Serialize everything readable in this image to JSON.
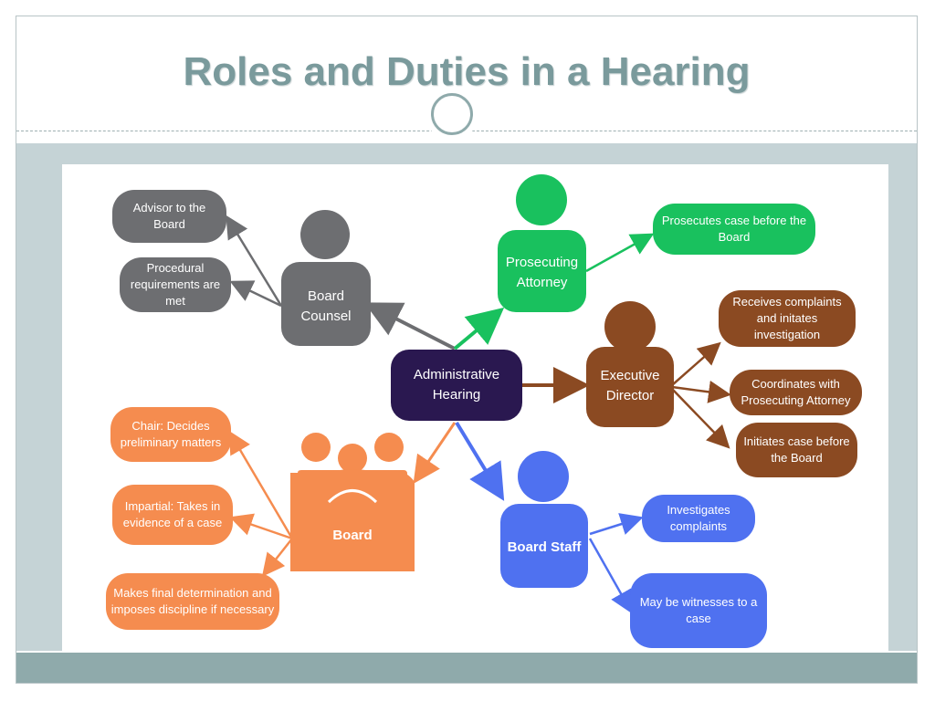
{
  "slide": {
    "title": "Roles and Duties in a Hearing"
  },
  "diagram": {
    "center": {
      "label": "Administrative\nHearing",
      "color": "#2a1850"
    },
    "roles": {
      "board_counsel": {
        "label": "Board\nCounsel",
        "color": "#6d6e71",
        "duties": [
          "Advisor to the Board",
          "Procedural requirements are met"
        ]
      },
      "prosecuting_attorney": {
        "label": "Prosecuting\nAttorney",
        "color": "#19c15e",
        "duties": [
          "Prosecutes case before the Board"
        ]
      },
      "executive_director": {
        "label": "Executive\nDirector",
        "color": "#8b4a22",
        "duties": [
          "Receives complaints and initates investigation",
          "Coordinates with Prosecuting Attorney",
          "Initiates case before the Board"
        ]
      },
      "board": {
        "label": "Board",
        "color": "#f58c4f",
        "duties": [
          "Chair: Decides preliminary matters",
          "Impartial: Takes in evidence of a case",
          "Makes final determination and imposes discipline if necessary"
        ]
      },
      "board_staff": {
        "label": "Board Staff",
        "color": "#4f71f0",
        "duties": [
          "Investigates complaints",
          "May be witnesses to a case"
        ]
      }
    }
  }
}
